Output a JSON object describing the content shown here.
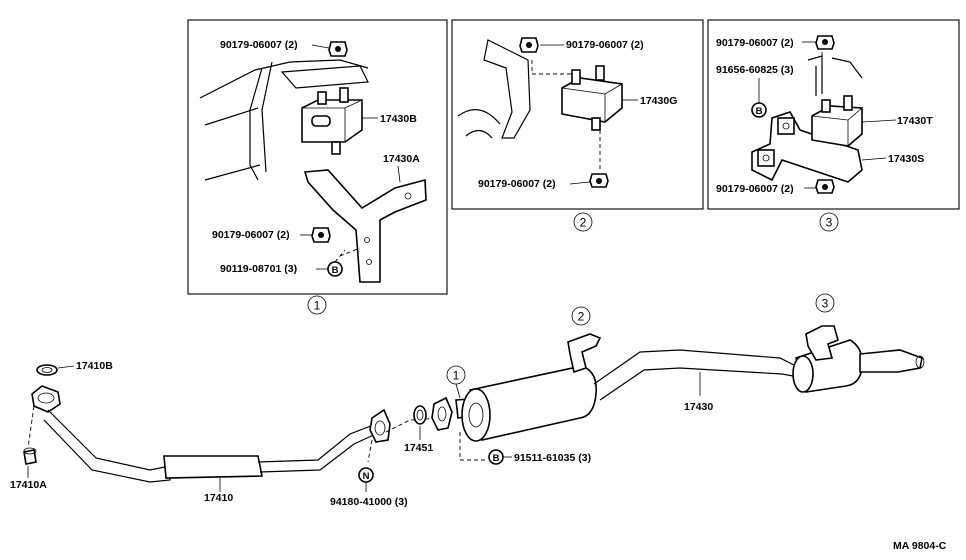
{
  "boxes": {
    "box1": {
      "index": "1",
      "labels": {
        "nut_top": "90179-06007 (2)",
        "mount": "17430B",
        "bracket": "17430A",
        "nut_bottom": "90179-06007 (2)",
        "bolt": "90119-08701 (3)"
      },
      "bolt_marker": "B"
    },
    "box2": {
      "index": "2",
      "labels": {
        "nut_top": "90179-06007 (2)",
        "mount": "17430G",
        "nut_bottom": "90179-06007 (2)"
      }
    },
    "box3": {
      "index": "3",
      "labels": {
        "nut_top": "90179-06007 (2)",
        "bolt": "91656-60825 (3)",
        "mount": "17430T",
        "bracket": "17430S",
        "nut_bottom": "90179-06007 (2)"
      },
      "bolt_marker": "B"
    }
  },
  "main": {
    "callouts": {
      "c1": "1",
      "c2": "2",
      "c3": "3"
    },
    "labels": {
      "gasket_top": "17410B",
      "gasket_bottom": "17410A",
      "front_pipe": "17410",
      "ring": "17451",
      "nut": "94180-41000 (3)",
      "nut_marker": "N",
      "bolt": "91511-61035 (3)",
      "bolt_marker": "B",
      "tail_pipe": "17430"
    }
  },
  "footer": {
    "code": "MA  9804-C"
  }
}
